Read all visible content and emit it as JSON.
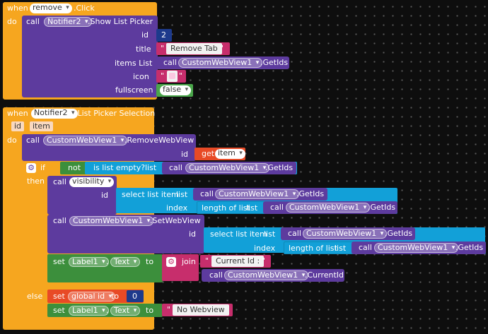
{
  "kw": {
    "when": "when",
    "do": "do",
    "call": "call",
    "set": "set",
    "to": "to",
    "if": "if",
    "then": "then",
    "else": "else",
    "not": "not",
    "get": "get",
    "join": "join",
    "is_list_empty": "is list empty?",
    "list": "list",
    "select_list_item": "select list item",
    "length_of_list": "length of list",
    "click_event": ".Click",
    "show_list_picker": ".Show List Picker",
    "list_picker_selection": ".List Picker Selection",
    "get_ids": ".GetIds",
    "remove_webview": ".RemoveWebView",
    "set_webview": ".SetWebView",
    "current_id": ".CurrentId",
    "text_prop": "Text"
  },
  "components": {
    "remove_button": "remove",
    "notifier": "Notifier2",
    "webview": "CustomWebView1",
    "label": "Label1",
    "global_id": "global id"
  },
  "params": {
    "id": "id",
    "title": "title",
    "items_list": "items List",
    "icon": "icon",
    "fullscreen": "fullscreen",
    "index": "index",
    "event_id": "id",
    "event_item": "item"
  },
  "procedures": {
    "visibility": "visibility"
  },
  "values": {
    "picker_id": "2",
    "picker_title": "Remove Tab",
    "fullscreen": "false",
    "item_var": "item",
    "current_id_prefix": "Current Id : ",
    "zero": "0",
    "no_webview": "No Webview"
  },
  "quote": "\""
}
